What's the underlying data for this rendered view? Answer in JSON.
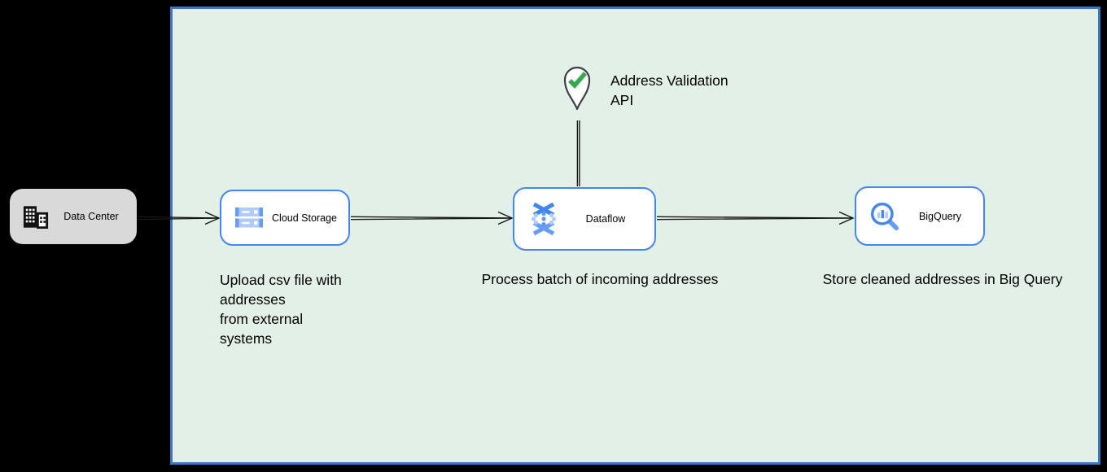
{
  "zone": {
    "name": "deployment-zone",
    "fill": "#e3f0e8",
    "border_color": "#3a77c2"
  },
  "nodes": {
    "data_center": {
      "label": "Data Center",
      "fill": "#d9d9d9",
      "icon": "building-icon"
    },
    "cloud_storage": {
      "label": "Cloud Storage",
      "border_color": "#4285f4",
      "icon": "cloud-storage-icon"
    },
    "dataflow": {
      "label": "Dataflow",
      "border_color": "#4285f4",
      "icon": "dataflow-icon"
    },
    "bigquery": {
      "label": "BigQuery",
      "border_color": "#4285f4",
      "icon": "bigquery-icon"
    }
  },
  "annotations": {
    "address_validation_api": {
      "label": "Address Validation\nAPI",
      "icon": "map-pin-check-icon",
      "check_color": "#34a853"
    }
  },
  "captions": {
    "cloud_storage": "Upload csv file with\naddresses\nfrom external\nsystems",
    "dataflow": "Process batch of incoming addresses",
    "bigquery": "Store cleaned addresses in Big Query"
  },
  "colors": {
    "background": "#000000",
    "connector": "#161616",
    "node_fill": "#ffffff",
    "node_border_blue": "#4285f4",
    "icon_blue_dark": "#4285f4",
    "icon_blue_mid": "#669df6",
    "icon_blue_light": "#aecbfa",
    "text": "#000000"
  }
}
